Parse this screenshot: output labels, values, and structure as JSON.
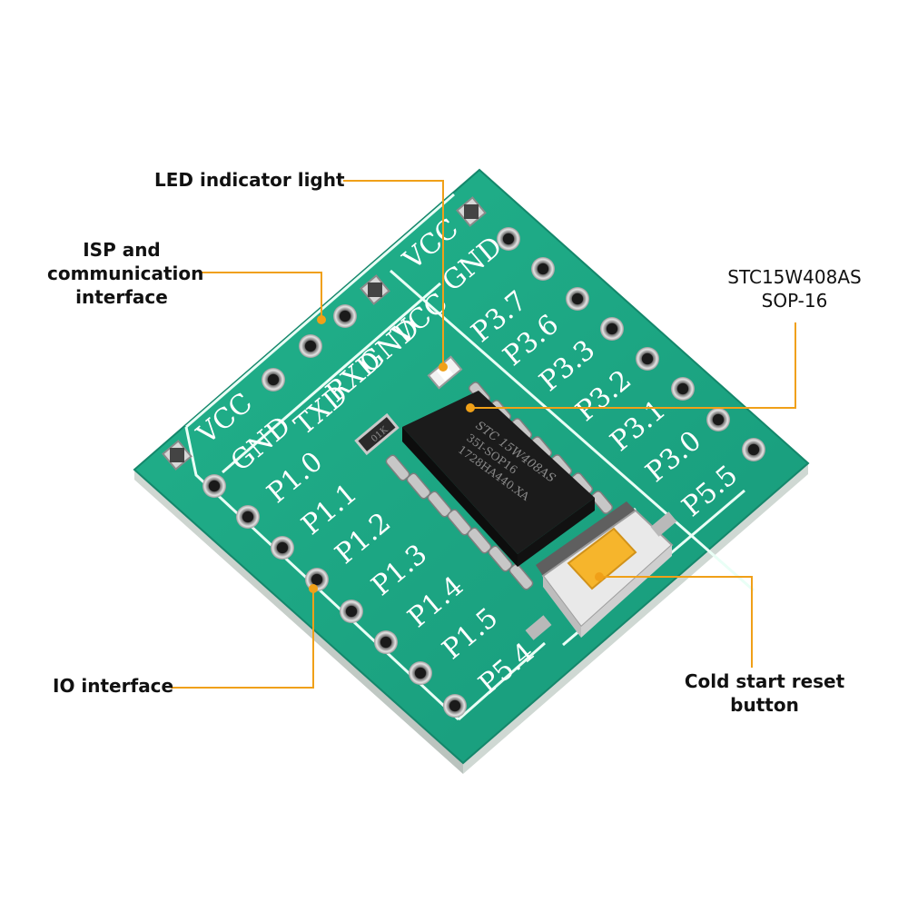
{
  "callouts": {
    "led": {
      "line1": "LED indicator light"
    },
    "isp": {
      "line1": "ISP and",
      "line2": "communication",
      "line3": "interface"
    },
    "mcu": {
      "line1": "STC15W408AS",
      "line2": "SOP-16"
    },
    "io": {
      "line1": "IO interface"
    },
    "reset": {
      "line1": "Cold start reset",
      "line2": "button"
    }
  },
  "board": {
    "top_row": [
      "VCC",
      "GND"
    ],
    "top_row2": [
      "VCC",
      "GND",
      "RXD",
      "TXD"
    ],
    "left_col": [
      "VCC",
      "GND",
      "P1.0",
      "P1.1",
      "P1.2",
      "P1.3",
      "P1.4",
      "P1.5",
      "P5.4"
    ],
    "right_col": [
      "P3.7",
      "P3.6",
      "P3.3",
      "P3.2",
      "P3.1",
      "P3.0",
      "P5.5"
    ],
    "chip_lines": [
      "STC 15W408AS",
      "35I-SOP16",
      "1728HA440.XA"
    ],
    "cap_text": "01K"
  },
  "colors": {
    "accent_line": "#f0a018",
    "pcb_green": "#1ea882",
    "chip_black": "#1b1b1b",
    "button_yellow": "#f6b52c"
  }
}
